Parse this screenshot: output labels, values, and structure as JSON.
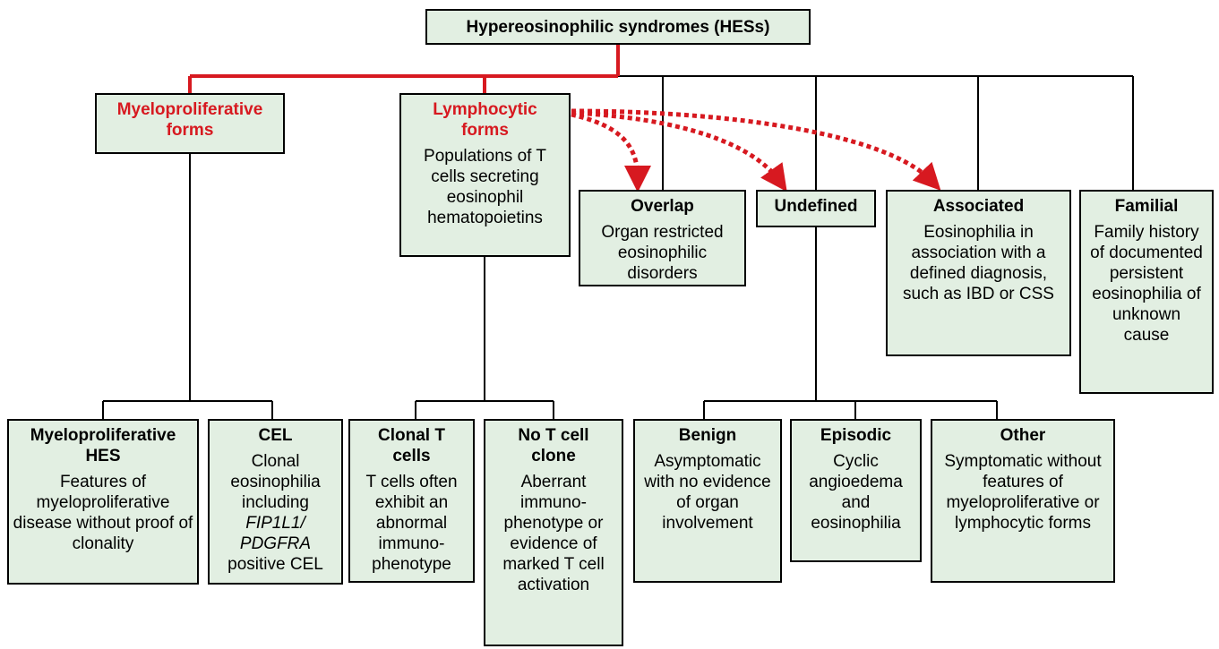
{
  "diagram": {
    "root": {
      "title": "Hypereosinophilic syndromes (HESs)"
    },
    "myeloproliferative": {
      "title": "Myeloproliferative forms",
      "children": {
        "myelo_hes": {
          "title": "Myeloproliferative HES",
          "desc": "Features of myeloproliferative disease without proof of clonality"
        },
        "cel": {
          "title": "CEL",
          "desc_pre": "Clonal eosinophilia including ",
          "desc_italic": "FIP1L1/ PDGFRA",
          "desc_post": " positive CEL"
        }
      }
    },
    "lymphocytic": {
      "title": "Lymphocytic forms",
      "desc": "Populations of T cells secreting eosinophil hematopoietins",
      "children": {
        "clonal": {
          "title": "Clonal T cells",
          "desc": "T cells often exhibit an abnormal immuno-phenotype"
        },
        "no_clone": {
          "title": "No T cell clone",
          "desc": "Aberrant immuno-phenotype or evidence of marked T cell activation"
        }
      }
    },
    "overlap": {
      "title": "Overlap",
      "desc": "Organ restricted eosinophilic disorders"
    },
    "undefined": {
      "title": "Undefined",
      "children": {
        "benign": {
          "title": "Benign",
          "desc": "Asymptomatic with no evidence of organ involvement"
        },
        "episodic": {
          "title": "Episodic",
          "desc": "Cyclic angioedema and eosinophilia"
        },
        "other": {
          "title": "Other",
          "desc": "Symptomatic without features of myeloproliferative or lymphocytic forms"
        }
      }
    },
    "associated": {
      "title": "Associated",
      "desc": "Eosinophilia in association with a defined diagnosis, such as IBD or CSS"
    },
    "familial": {
      "title": "Familial",
      "desc": "Family history of documented persistent eosinophilia of unknown cause"
    }
  },
  "colors": {
    "box_fill": "#e2efe2",
    "highlight": "#d71920",
    "line": "#000000"
  }
}
